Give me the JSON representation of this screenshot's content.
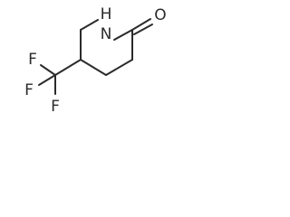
{
  "molecule": {
    "atoms": {
      "nitrogen": "N",
      "hydrogen": "H",
      "oxygen": "O",
      "fluorine_left": "F",
      "fluorine_top": "F",
      "fluorine_bottom": "F"
    }
  }
}
